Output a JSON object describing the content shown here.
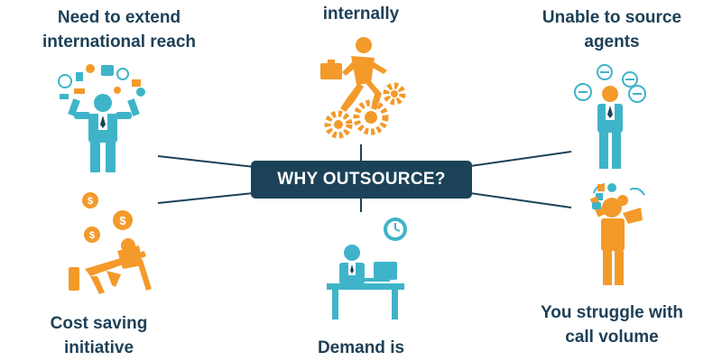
{
  "center": {
    "text": "WHY OUTSOURCE?"
  },
  "nodes": {
    "top_left": {
      "line1": "Need to extend",
      "line2": "international reach",
      "icon": "businessman-ideas-icon"
    },
    "top_center": {
      "line1": "internally",
      "icon": "running-man-gears-icon"
    },
    "top_right": {
      "line1": "Unable to source",
      "line2": "agents",
      "icon": "confused-agent-icon"
    },
    "bottom_left": {
      "line1": "Cost saving",
      "line2": "initiative",
      "icon": "relaxing-man-coins-icon"
    },
    "bottom_center": {
      "line1": "Demand is",
      "icon": "desk-worker-clock-icon"
    },
    "bottom_right": {
      "line1": "You struggle with",
      "line2": "call volume",
      "icon": "stressed-caller-icon"
    }
  },
  "colors": {
    "navy": "#1b4258",
    "teal": "#3fb4c9",
    "orange": "#f39a2b",
    "text": "#1d3f57"
  }
}
